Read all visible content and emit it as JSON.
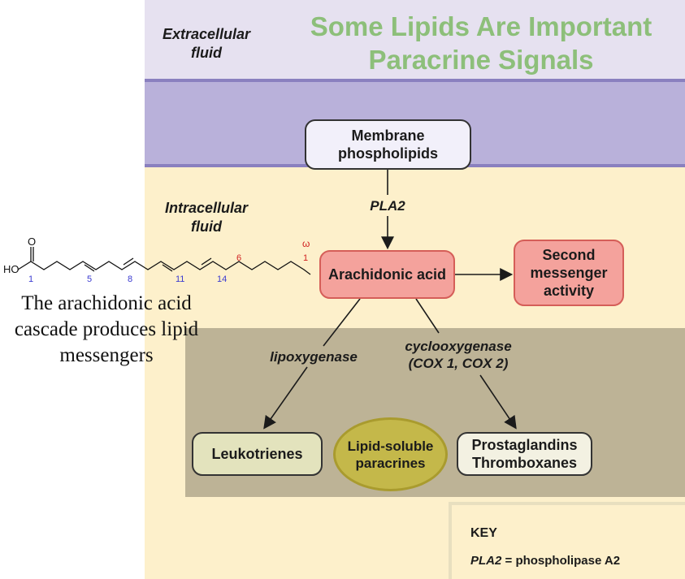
{
  "title": "Some Lipids Are Important Paracrine Signals",
  "regions": {
    "extracellular": "Extracellular fluid",
    "intracellular": "Intracellular fluid"
  },
  "nodes": {
    "membrane": "Membrane phospholipids",
    "arachidonic": "Arachidonic acid",
    "second": "Second messenger activity",
    "leukotrienes": "Leukotrienes",
    "lipid_soluble": "Lipid-soluble paracrines",
    "prostaglandins": "Prostaglandins Thromboxanes"
  },
  "enzymes": {
    "pla2": "PLA2",
    "lipoxygenase": "lipoxygenase",
    "cox": "cyclooxygenase (COX 1, COX 2)"
  },
  "molecule": {
    "acid_group": "HO",
    "carbonyl": "O",
    "carbon_numbers": [
      "1",
      "5",
      "8",
      "11",
      "14"
    ],
    "red_numbers": [
      "6",
      "1"
    ],
    "omega": "ω"
  },
  "caption": "The arachidonic acid cascade produces lipid messengers",
  "key": {
    "title": "KEY",
    "abbr": "PLA2",
    "definition": "= phospholipase A2"
  },
  "colors": {
    "title": "#8dbf7a",
    "membrane_band": "#b9b1da",
    "intracellular": "#fdf0cb",
    "highlight_box": "#f4a29c",
    "ellipse": "#c4b84a"
  }
}
